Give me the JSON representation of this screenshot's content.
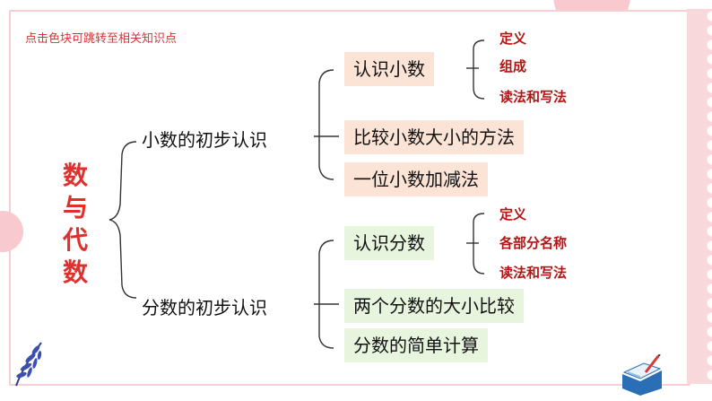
{
  "hint": "点击色块可跳转至相关知识点",
  "root": [
    "数",
    "与",
    "代",
    "数"
  ],
  "branches": [
    {
      "label": "小数的初步认识",
      "boxes": [
        "认识小数",
        "比较小数大小的方法",
        "一位小数加减法"
      ],
      "leaves": [
        "定义",
        "组成",
        "读法和写法"
      ]
    },
    {
      "label": "分数的初步认识",
      "boxes": [
        "认识分数",
        "两个分数的大小比较",
        "分数的简单计算"
      ],
      "leaves": [
        "定义",
        "各部分名称",
        "读法和写法"
      ]
    }
  ],
  "colors": {
    "branch1_box": "#fbe3d5",
    "branch2_box": "#e7f4de",
    "leaf_text": "#b31515",
    "root_text": "#e0302d",
    "frame": "#f6cfd4"
  },
  "icons": [
    "feather-icon",
    "book-pen-icon"
  ]
}
